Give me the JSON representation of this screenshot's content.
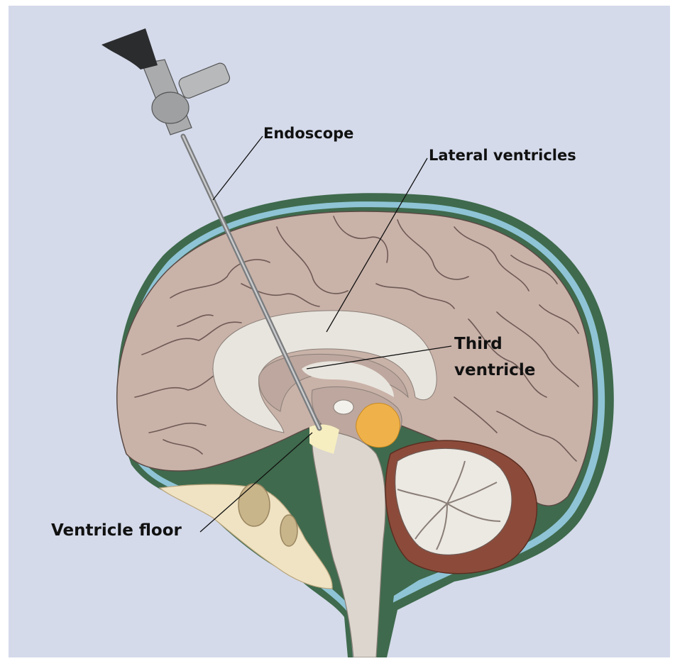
{
  "diagram": {
    "labels": {
      "endoscope": "Endoscope",
      "lateral_ventricles": "Lateral ventricles",
      "third_ventricle_line1": "Third",
      "third_ventricle_line2": "ventricle",
      "ventricle_floor": "Ventricle floor"
    },
    "colors": {
      "background": "#d4daea",
      "brain": "#c9b2a8",
      "gyri_lines": "#6e5a55",
      "skull_green": "#3f6a4d",
      "csf_blue": "#8fc4d6",
      "ventricle": "#e8e5de",
      "pituitary": "#efb24a",
      "cerebellum_grey": "#ece8e2",
      "cerebellum_brown": "#8c4b3a",
      "bone": "#efe3c3",
      "endoscope_metal": "#a9abad",
      "eyepiece": "#2b2c2e"
    }
  }
}
